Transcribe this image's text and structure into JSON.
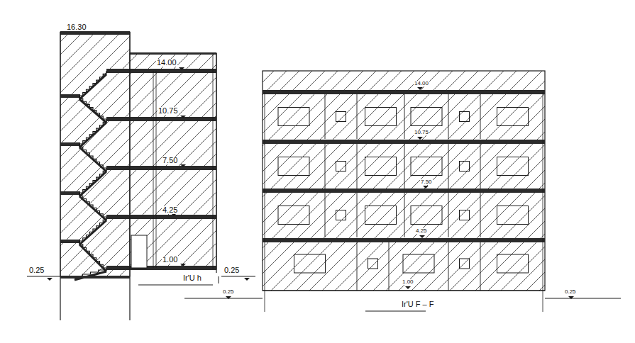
{
  "diagram": {
    "labels": [
      "16.30",
      "14.00",
      "10.75",
      "7.50",
      "4.25",
      "1.00",
      "0.25",
      "0.25",
      "Ir'U h",
      "14.00",
      "10.75",
      "7.50",
      "4.25",
      "1.00",
      "0.25",
      "0.25",
      "Ir'U F – F"
    ]
  }
}
